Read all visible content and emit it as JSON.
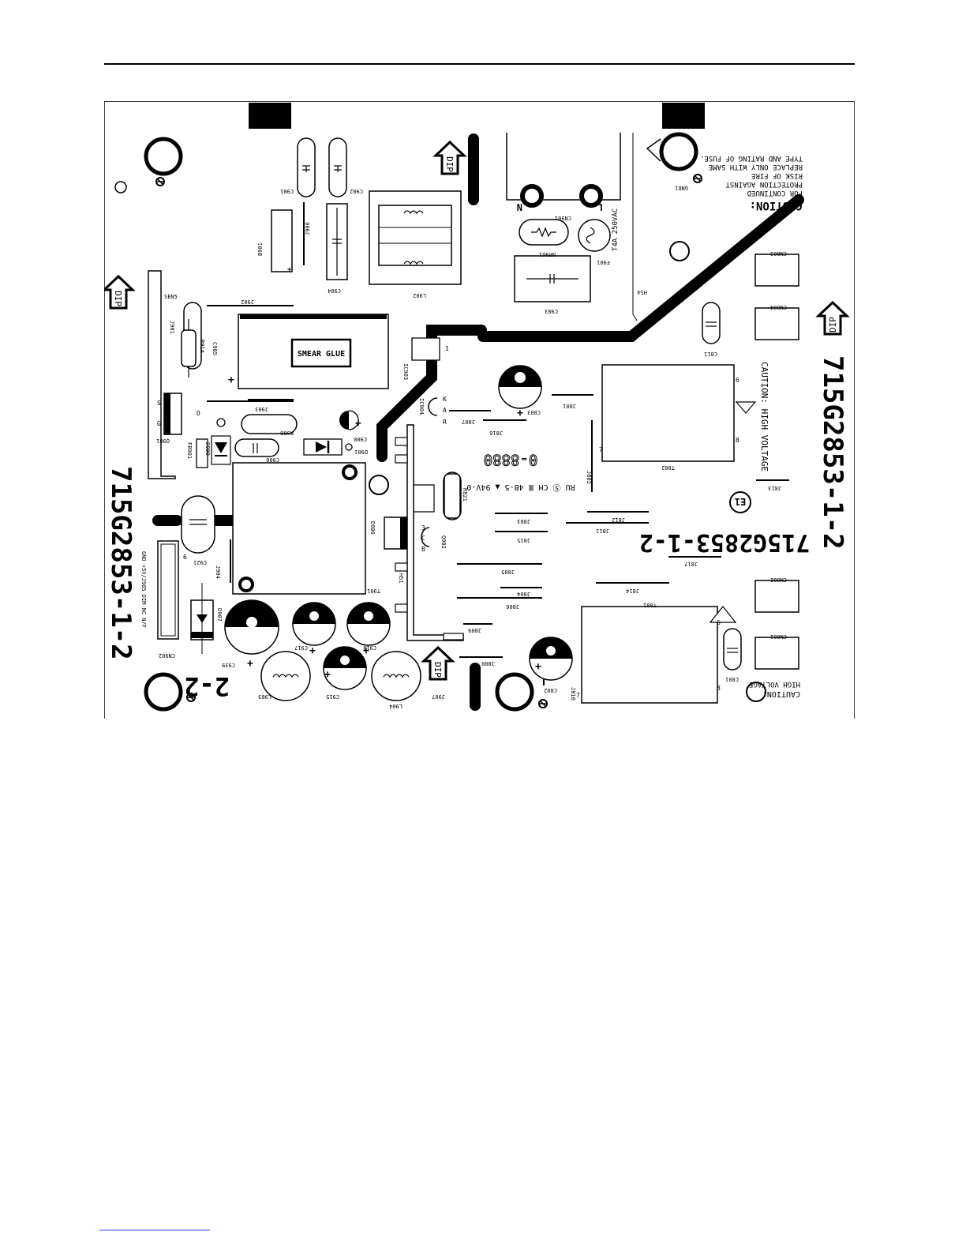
{
  "board": {
    "part_number": "715G2853-1-2",
    "rev_short": "2-2",
    "smear_glue": "SMEAR GLUE",
    "dip": "DIP",
    "cert_mark": "E1",
    "ul_line": "RU Ⓢ CH Ⅲ 4B-5 ▲ 94V-0",
    "date_code": "0-8880",
    "plus": "+",
    "caution_title": "CAUTION:",
    "caution_lines": [
      "FOR CONTINUED",
      "PROTECTION AGAINST",
      "RISK OF FIRE",
      "REPLACE ONLY WITH SAME",
      "TYPE AND RATING OF FUSE."
    ],
    "caution_hv": "CAUTION: HIGH VOLTAGE",
    "caution_hv2_a": "CAUTION:",
    "caution_hv2_b": "HIGH VOLTAGE",
    "fuse_rating": "T4A  250VAC",
    "n_label": "N",
    "l_label": "L",
    "cn902_pins": "GND  +5V/J905  DIM  NC  N/F",
    "pin_labels": {
      "k": "K",
      "a": "A",
      "r": "R",
      "s": "S",
      "g": "G",
      "d": "D",
      "p3": "3",
      "pc": "C",
      "pb": "B",
      "p1": "1",
      "p6": "6",
      "p7": "7",
      "p8": "8"
    },
    "designators": {
      "c901": "C901",
      "c902": "C902",
      "b901": "B901",
      "j906": "J906",
      "c904": "C904",
      "l902": "L902",
      "cn901": "CN901",
      "nr901": "NR901",
      "f901": "F901",
      "c903": "C903",
      "hs4": "HS4",
      "gnd1": "GND1",
      "cn803": "CN803",
      "cn804": "CN804",
      "c811": "C811",
      "j902": "J902",
      "sen5": "SEN5",
      "j901": "J901",
      "r914": "R914",
      "c905": "C905",
      "ic903": "IC903",
      "j903": "J903",
      "q901": "Q901",
      "fb901": "FB901",
      "d900": "D900",
      "r908": "R908",
      "c908": "C908",
      "c906": "C906",
      "d901": "D901",
      "ic904": "IC904",
      "j807": "J807",
      "j816": "J816",
      "c803": "C803",
      "j801": "J801",
      "t802": "T802",
      "j802": "J802",
      "j813": "J813",
      "r821": "R821",
      "d906": "D906",
      "q902": "Q902",
      "j803": "J803",
      "j815": "J815",
      "j812": "J812",
      "j811": "J811",
      "j817": "J817",
      "c921": "C921",
      "j904": "J904",
      "t901": "T901",
      "hs1": "HS1",
      "j805": "J805",
      "j804": "J804",
      "j806": "J806",
      "j814": "J814",
      "t801": "T801",
      "cn802": "CN802",
      "cn801": "CN801",
      "cn902": "CN902",
      "d907": "D907",
      "c939": "C939",
      "c917": "C917",
      "c918": "C918",
      "j809": "J809",
      "l903": "L903",
      "c915": "C915",
      "l904": "L904",
      "j907": "J907",
      "j808": "J808",
      "c802": "C802",
      "j810": "J810",
      "c801": "C801"
    }
  }
}
